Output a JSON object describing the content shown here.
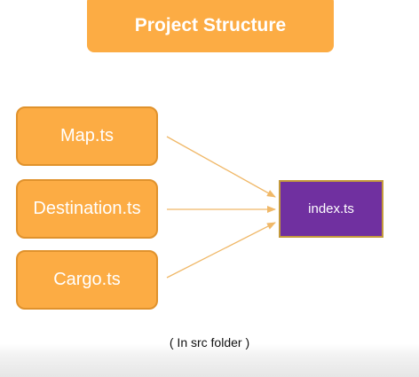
{
  "title": "Project Structure",
  "sources": [
    {
      "label": "Map.ts"
    },
    {
      "label": "Destination.ts"
    },
    {
      "label": "Cargo.ts"
    }
  ],
  "target": {
    "label": "index.ts"
  },
  "caption": "( In src folder )",
  "colors": {
    "orange": "#fcac44",
    "orange_border": "#e0922c",
    "purple": "#7030a0",
    "target_border": "#c49a3c",
    "arrow": "#f0b868",
    "text_light": "#ffffff"
  }
}
